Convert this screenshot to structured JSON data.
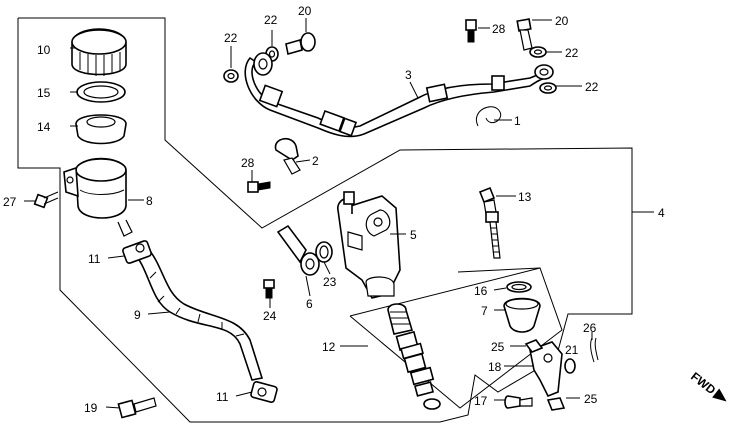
{
  "callouts": {
    "p1": "1",
    "p2": "2",
    "p3": "3",
    "p4": "4",
    "p5": "5",
    "p6": "6",
    "p7": "7",
    "p8": "8",
    "p9": "9",
    "p10": "10",
    "p11a": "11",
    "p11b": "11",
    "p12": "12",
    "p13": "13",
    "p14": "14",
    "p15": "15",
    "p16": "16",
    "p17": "17",
    "p18": "18",
    "p19": "19",
    "p20a": "20",
    "p20b": "20",
    "p21": "21",
    "p22a": "22",
    "p22b": "22",
    "p22c": "22",
    "p22d": "22",
    "p23": "23",
    "p24": "24",
    "p25a": "25",
    "p25b": "25",
    "p26": "26",
    "p27": "27",
    "p28a": "28",
    "p28b": "28"
  },
  "fwd_label": "FWD"
}
